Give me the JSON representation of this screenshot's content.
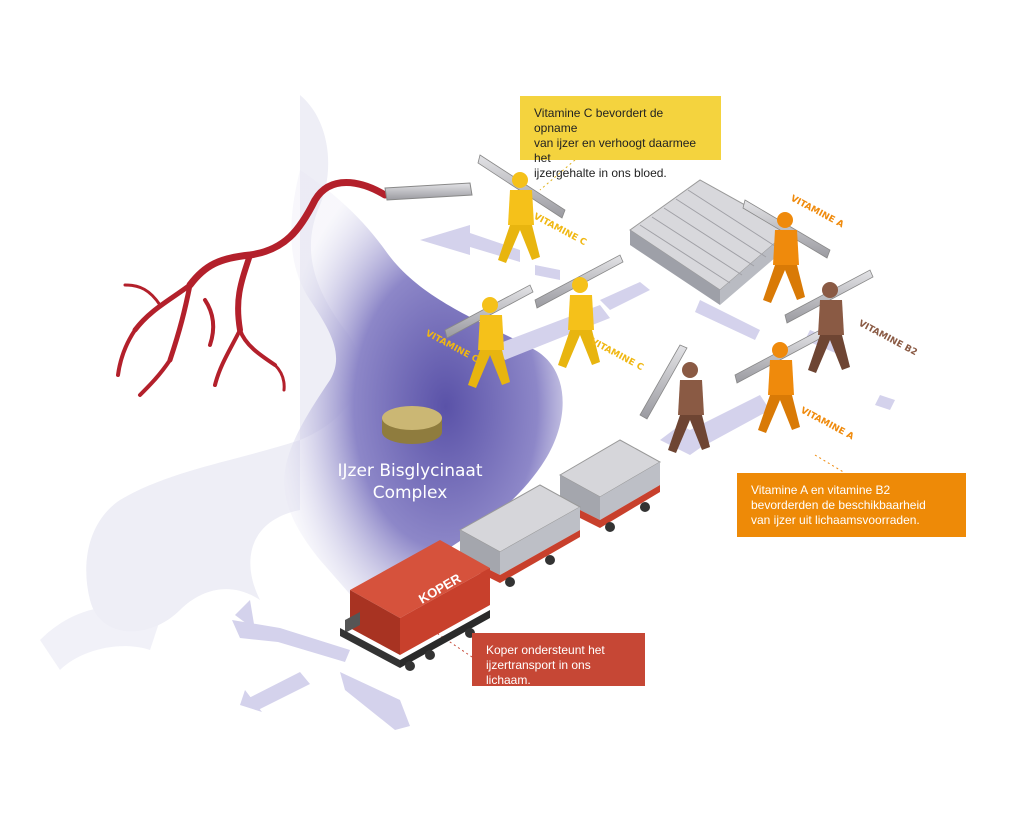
{
  "title": "IJzer Bisglycinaat\nComplex",
  "callouts": {
    "vitamin_c": "Vitamine C bevordert de opname\nvan ijzer en verhoogt daarmee het\nijzergehalte in ons bloed.",
    "vitamin_a_b2": "Vitamine A en vitamine B2\nbevorderden de beschikbaarheid\nvan ijzer uit lichaamsvoorraden.",
    "koper": "Koper ondersteunt het\nijzertransport in ons lichaam."
  },
  "labels": {
    "vitamine_c": "VITAMINE C",
    "vitamine_a": "VITAMINE A",
    "vitamine_b2": "VITAMINE B2",
    "koper": "KOPER"
  },
  "colors": {
    "vitamin_c": "#f5c11a",
    "vitamin_a": "#ef8a0c",
    "vitamin_b2": "#8a5a44",
    "koper": "#c8402c",
    "stomach": "#6b63b5",
    "arrow": "#c8c6e6",
    "artery": "#b3202b"
  }
}
